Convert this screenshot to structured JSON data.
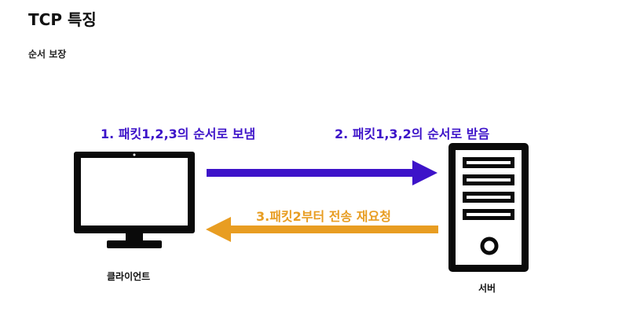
{
  "title": "TCP 특징",
  "subtitle": "순서 보장",
  "steps": {
    "send": "1. 패킷1,2,3의 순서로 보냄",
    "receive": "2. 패킷1,3,2의 순서로 받음",
    "resend": "3.패킷2부터 전송 재요청"
  },
  "devices": {
    "client": {
      "label": "클라이언트",
      "icon": "monitor-icon"
    },
    "server": {
      "label": "서버",
      "icon": "server-icon"
    }
  },
  "colors": {
    "send_arrow": "#3d13c9",
    "resend_arrow": "#e89d22",
    "device": "#0a0a0a"
  }
}
